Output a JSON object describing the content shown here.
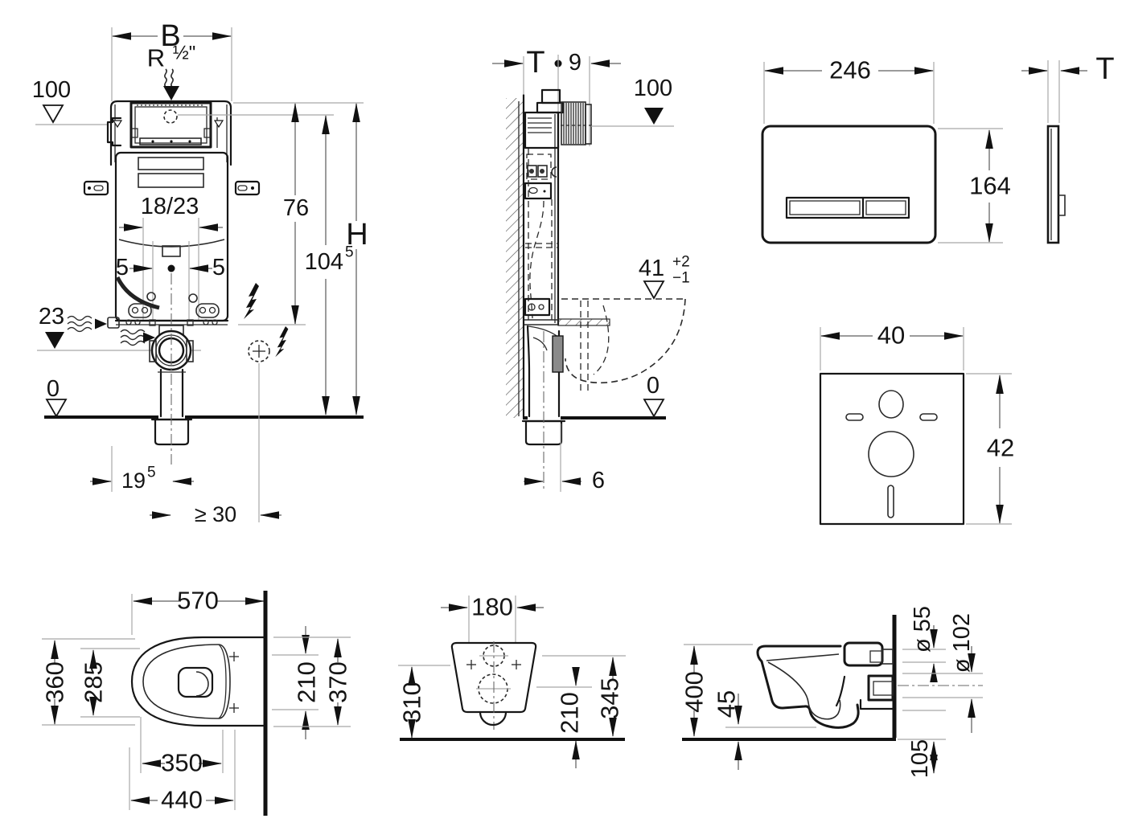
{
  "front_view": {
    "dim_width": "B",
    "supply_thread": "R",
    "supply_thread_size": "½\"",
    "level_top": "100",
    "offset_range": "18/23",
    "gap_left": "5",
    "gap_right": "5",
    "height_76": "76",
    "height_104_base": "104",
    "height_104_sup": "5",
    "height_total": "H",
    "level_drain": "23",
    "level_floor": "0",
    "dim_195_base": "19",
    "dim_195_sup": "5",
    "dim_min_30": "≥ 30"
  },
  "side_view": {
    "depth": "T",
    "dim_9": "9",
    "level_supply": "100",
    "dim_41": "41",
    "tol_plus": "+2",
    "tol_minus": "−1",
    "level_floor": "0",
    "dim_6": "6"
  },
  "flush_plate": {
    "width": "246",
    "height": "164",
    "thickness": "T"
  },
  "sound_pad": {
    "width": "40",
    "height": "42"
  },
  "wc_top_view": {
    "depth": "570",
    "width": "360",
    "inner_width": "285",
    "bolt_spacing": "210",
    "width_overall": "370",
    "dim_350": "350",
    "dim_440": "440"
  },
  "wc_rear_view": {
    "width": "180",
    "height_310": "310",
    "height_210": "210",
    "height_345": "345"
  },
  "wc_side_view": {
    "height_400": "400",
    "gap_45": "45",
    "inlet_dia": "ø 55",
    "outlet_dia": "ø 102",
    "dim_105": "105"
  }
}
